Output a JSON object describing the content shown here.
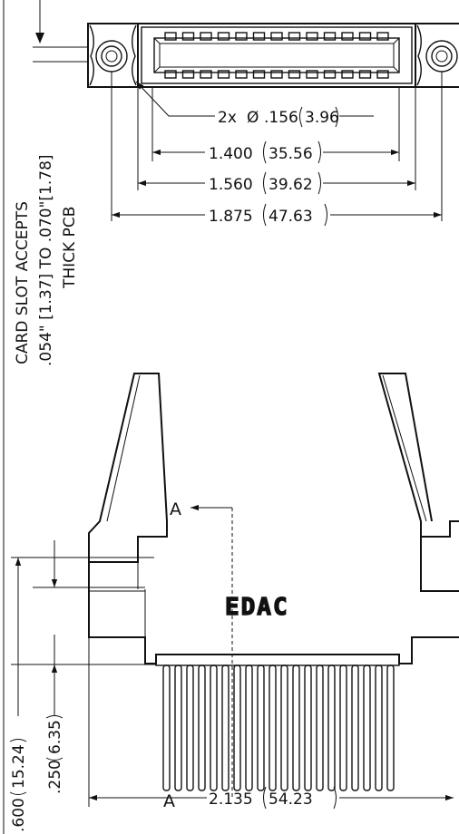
{
  "notes": {
    "line1": "CARD SLOT ACCEPTS",
    "line2": ".054\" [1.37] TO .070\"[1.78]",
    "line3": "THICK PCB"
  },
  "dimensions": {
    "hole": {
      "prefix": "2x",
      "symbol": "Ø",
      "value": ".156",
      "metric": "3.96"
    },
    "d1": {
      "value": "1.400",
      "metric": "35.56"
    },
    "d2": {
      "value": "1.560",
      "metric": "39.62"
    },
    "d3": {
      "value": "1.875",
      "metric": "47.63"
    },
    "width": {
      "value": "2.135",
      "metric": "54.23"
    },
    "height_total": {
      "value": ".600",
      "metric": "15.24"
    },
    "height_body": {
      "value": ".250",
      "metric": "6.35"
    }
  },
  "section": {
    "label_top": "A",
    "label_bottom": "A"
  },
  "logo": {
    "text": "EDAC"
  }
}
